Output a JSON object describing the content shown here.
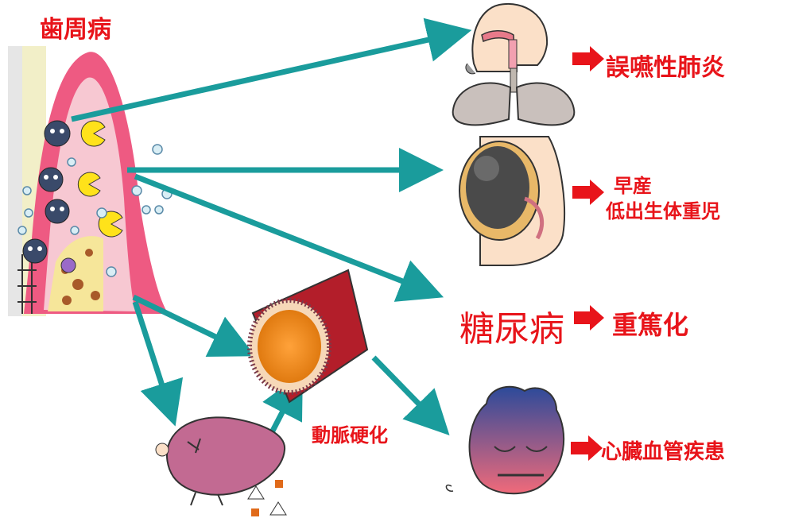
{
  "title": "歯周病",
  "outcomes": {
    "pneumonia": "誤嚥性肺炎",
    "preterm_line1": "早産",
    "preterm_line2": "低出生体重児",
    "diabetes": "糖尿病",
    "diabetes_result": "重篤化",
    "atherosclerosis": "動脈硬化",
    "cardiovascular": "心臓血管疾患"
  },
  "colors": {
    "label_red": "#e8141a",
    "teal_arrow": "#1a9c9c",
    "gum_pink": "#ee5a82"
  },
  "icons": [
    "tooth-gum-icon",
    "bacteria-icon",
    "pacman-icon",
    "head-throat-icon",
    "lungs-icon",
    "pregnant-uterus-icon",
    "artery-icon",
    "liver-icon",
    "heart-icon"
  ]
}
